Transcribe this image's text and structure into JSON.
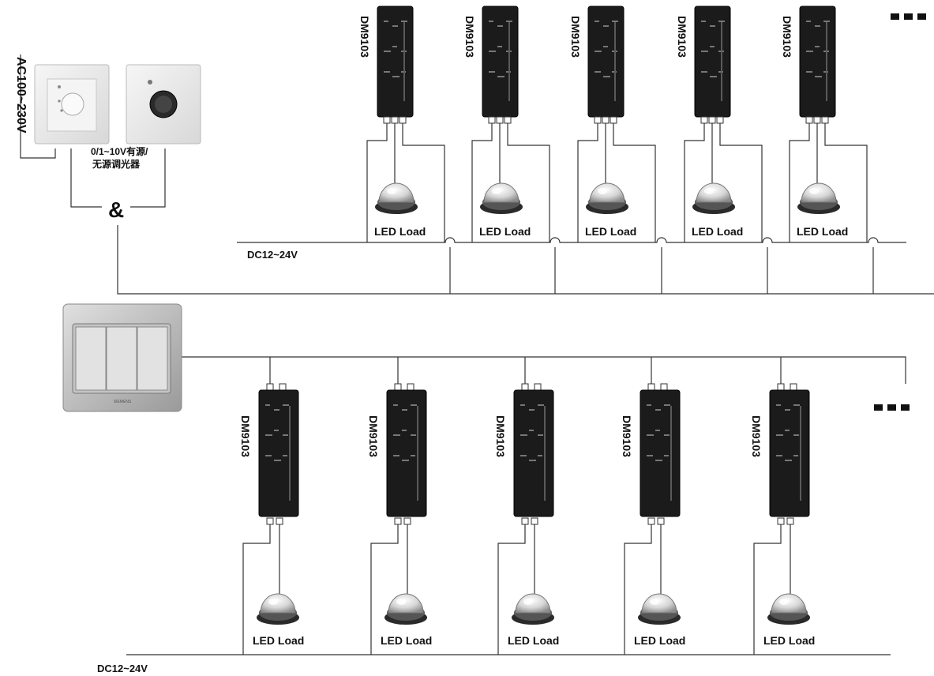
{
  "labels": {
    "ac_source": "AC100~230V",
    "dimmer_line1": "0/1~10V有源/",
    "dimmer_line2": "无源调光器",
    "and_symbol": "&",
    "switch_brand": "SIEMENS",
    "dc_bus_top": "DC12~24V",
    "dc_bus_bottom": "DC12~24V"
  },
  "top_row": {
    "drivers": [
      "DM9103",
      "DM9103",
      "DM9103",
      "DM9103",
      "DM9103"
    ],
    "loads": [
      "LED Load",
      "LED Load",
      "LED Load",
      "LED Load",
      "LED Load"
    ]
  },
  "bottom_row": {
    "drivers": [
      "DM9103",
      "DM9103",
      "DM9103",
      "DM9103",
      "DM9103"
    ],
    "loads": [
      "LED Load",
      "LED Load",
      "LED Load",
      "LED Load",
      "LED Load"
    ]
  },
  "colors": {
    "driver_body": "#1b1b1b",
    "wire": "#333333",
    "text": "#111111"
  }
}
